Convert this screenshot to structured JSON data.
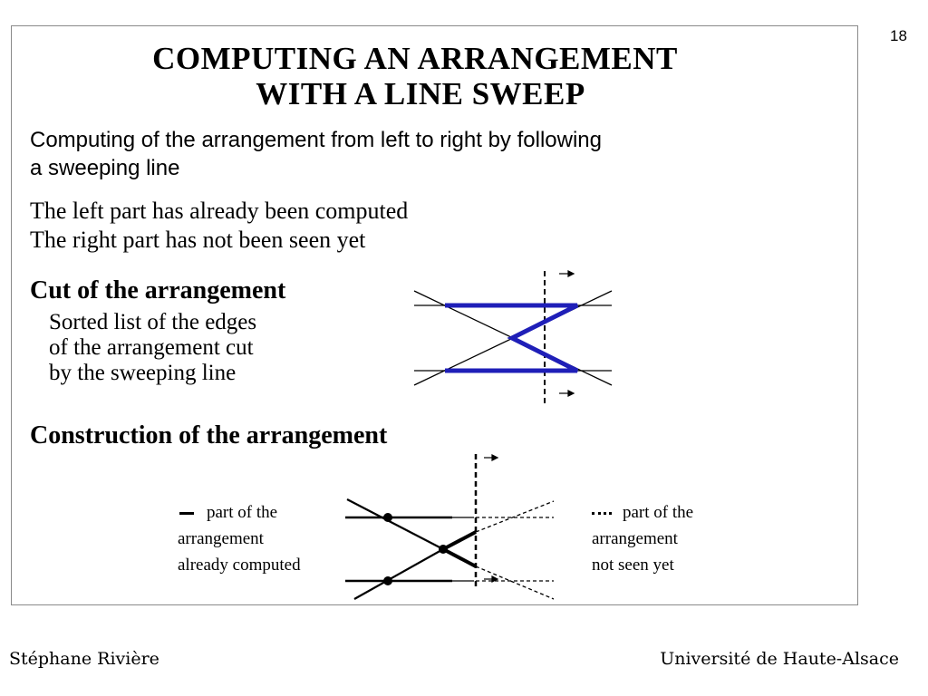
{
  "page_number": "18",
  "title": {
    "line1": "COMPUTING AN ARRANGEMENT",
    "line2": "WITH A LINE SWEEP"
  },
  "intro": {
    "line1": "Computing of the arrangement from left to right by following",
    "line2": "a sweeping line"
  },
  "parts": {
    "line1": "The left part has already been computed",
    "line2": "The right part has not been seen yet"
  },
  "cut": {
    "heading": "Cut of the arrangement",
    "line1": "Sorted list of the edges",
    "line2": "of the arrangement cut",
    "line3": "by the sweeping line"
  },
  "construction": {
    "heading": "Construction of the arrangement"
  },
  "legend": {
    "computed": {
      "line1": "part of the",
      "line2": "arrangement",
      "line3": "already computed"
    },
    "unseen": {
      "line1": "part of the",
      "line2": "arrangement",
      "line3": "not seen yet"
    }
  },
  "footer": {
    "author": "Stéphane Rivière",
    "institution": "Université de Haute-Alsace"
  },
  "colors": {
    "highlight": "#1f1fb8",
    "frame": "#8a8a8a"
  }
}
